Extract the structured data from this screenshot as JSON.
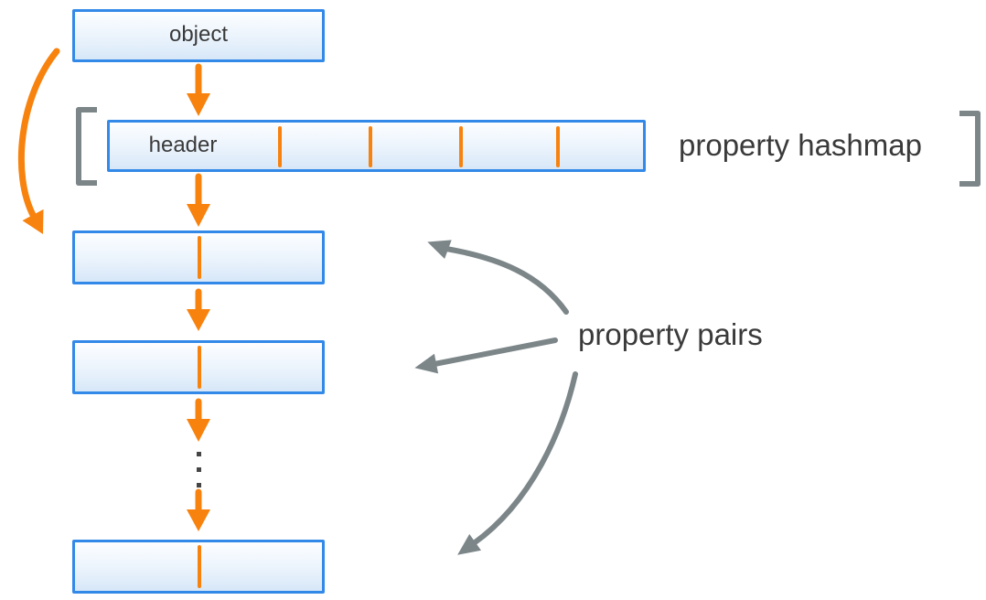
{
  "nodes": {
    "object_label": "object",
    "header_label": "header"
  },
  "captions": {
    "hashmap": "property hashmap",
    "pairs": "property pairs"
  },
  "colors": {
    "accent_orange": "#F8820E",
    "box_border_blue": "#3389E8",
    "box_fill_top": "#FDFEFF",
    "box_fill_bottom": "#D7E7F8",
    "annotation_gray": "#7C8689",
    "text_dark": "#3A3A3A"
  }
}
